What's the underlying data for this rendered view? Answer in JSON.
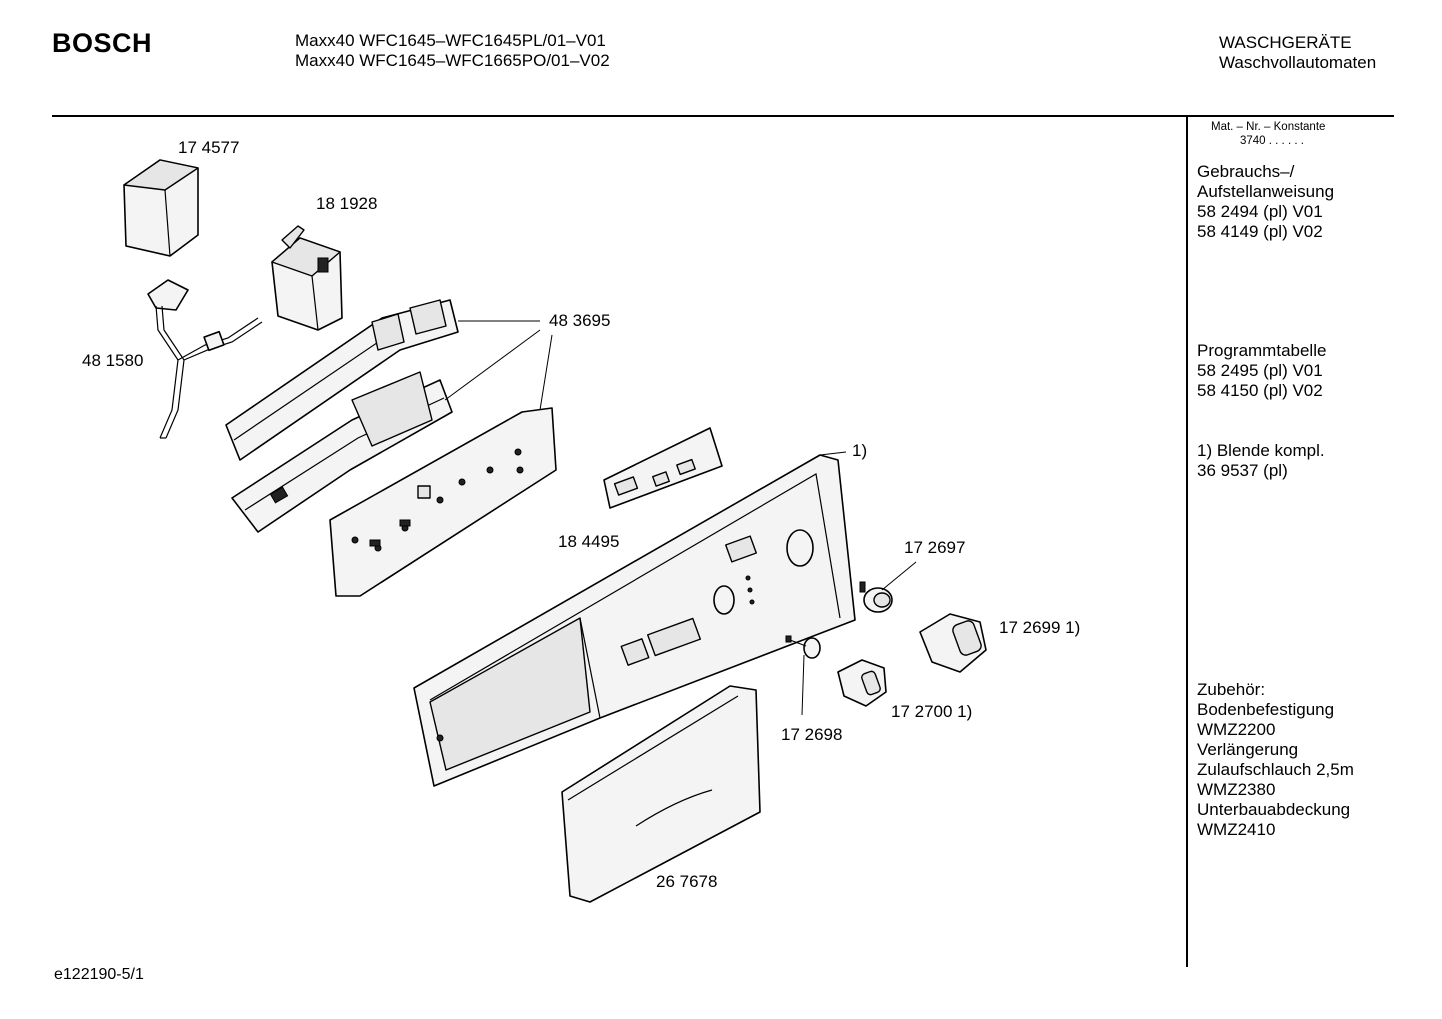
{
  "header": {
    "brand": "BOSCH",
    "model_line_1": "Maxx40 WFC1645–WFC1645PL/01–V01",
    "model_line_2": "Maxx40  WFC1645–WFC1665PO/01–V02",
    "category": "WASCHGERÄTE",
    "subcategory": "Waschvollautomaten"
  },
  "sidebar": {
    "mat_header": "Mat. – Nr. – Konstante",
    "mat_value": "3740 .  .  .  .  .  .",
    "manual": [
      "Gebrauchs–/",
      "Aufstellanweisung",
      "58 2494 (pl) V01",
      "58 4149 (pl) V02"
    ],
    "program_table": [
      "Programmtabelle",
      "58 2495 (pl) V01",
      "58 4150 (pl) V02"
    ],
    "panel_note": [
      "1) Blende kompl.",
      "36 9537 (pl)"
    ],
    "accessories": [
      "Zubehör:",
      "Bodenbefestigung",
      "WMZ2200",
      "Verlängerung",
      "Zulaufschlauch 2,5m",
      "WMZ2380",
      "Unterbauabdeckung",
      "WMZ2410"
    ]
  },
  "parts": {
    "p174577": "17 4577",
    "p181928": "18 1928",
    "p481580": "48 1580",
    "p483695": "48 3695",
    "p184495": "18 4495",
    "note1": "1)",
    "p172697": "17 2697",
    "p172699": "17 2699 1)",
    "p172700": "17 2700 1)",
    "p172698": "17 2698",
    "p267678": "26 7678"
  },
  "footer": {
    "drawing_id": "e122190-5/1"
  }
}
